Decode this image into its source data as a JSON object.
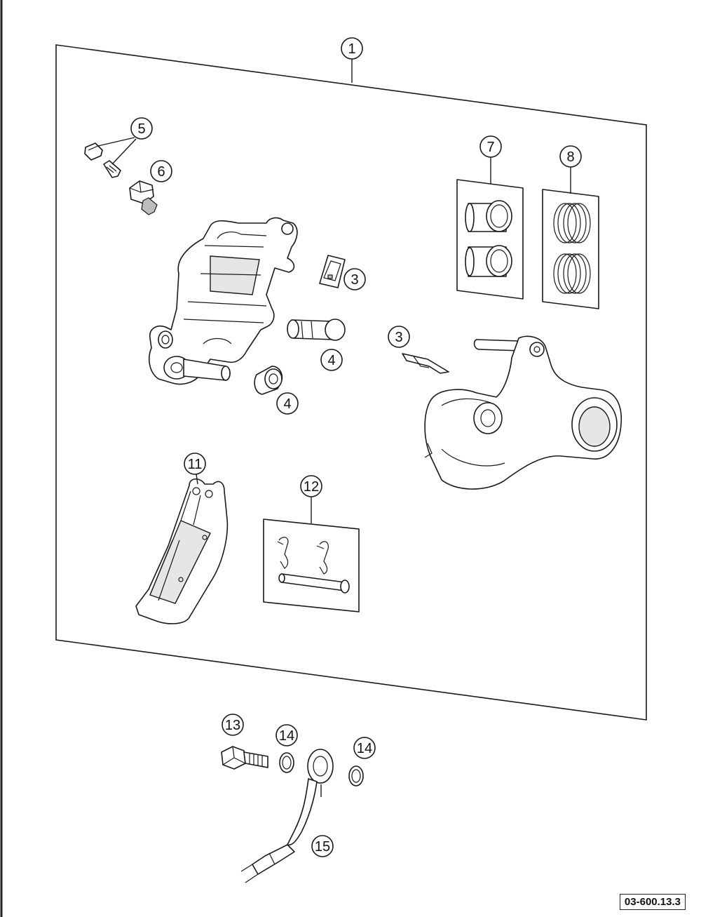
{
  "diagram": {
    "drawing_number": "03-600.13.3",
    "callouts": [
      {
        "id": "c1",
        "label": "1"
      },
      {
        "id": "c5",
        "label": "5"
      },
      {
        "id": "c6",
        "label": "6"
      },
      {
        "id": "c7",
        "label": "7"
      },
      {
        "id": "c8",
        "label": "8"
      },
      {
        "id": "c3a",
        "label": "3"
      },
      {
        "id": "c3b",
        "label": "3"
      },
      {
        "id": "c4a",
        "label": "4"
      },
      {
        "id": "c4b",
        "label": "4"
      },
      {
        "id": "c11",
        "label": "11"
      },
      {
        "id": "c12",
        "label": "12"
      },
      {
        "id": "c13",
        "label": "13"
      },
      {
        "id": "c14a",
        "label": "14"
      },
      {
        "id": "c14b",
        "label": "14"
      },
      {
        "id": "c15",
        "label": "15"
      }
    ]
  }
}
